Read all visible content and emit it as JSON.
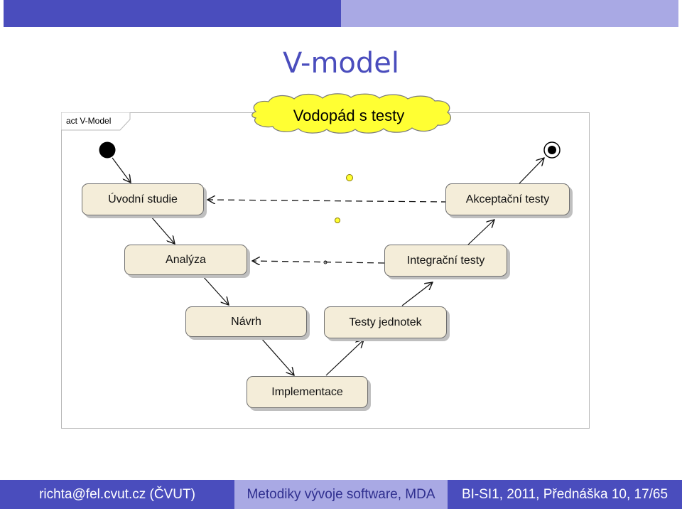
{
  "slide": {
    "title": "V-model",
    "frame_label": "act V-Model",
    "cloud_label": "Vodopád s testy"
  },
  "nodes": {
    "uvodni_studie": "Úvodní studie",
    "analyza": "Analýza",
    "navrh": "Návrh",
    "implementace": "Implementace",
    "testy_jednotek": "Testy jednotek",
    "integracni_testy": "Integrační testy",
    "akceptacni_testy": "Akceptační testy"
  },
  "footer": {
    "left": "richta@fel.cvut.cz (ČVUT)",
    "center": "Metodiky vývoje software, MDA",
    "right": "BI-SI1, 2011, Přednáška 10, 17/65"
  },
  "colors": {
    "accent_dark": "#4a4dbd",
    "accent_light": "#a9a9e4",
    "node_fill": "#f4edd9",
    "cloud_fill": "#ffff33"
  }
}
